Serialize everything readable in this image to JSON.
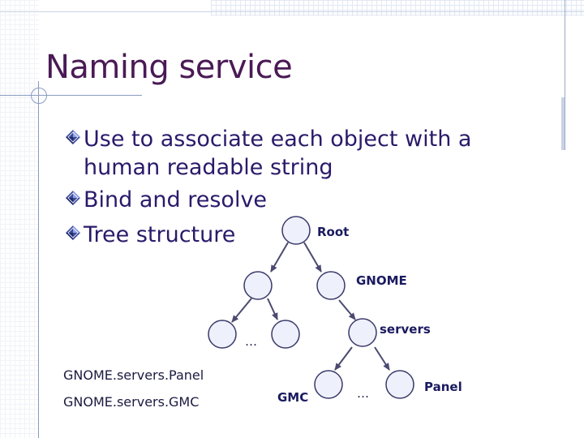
{
  "slide": {
    "title": "Naming service",
    "bullets": [
      "Use to associate each object with a human readable string",
      "Bind and resolve",
      "Tree structure"
    ]
  },
  "tree": {
    "root_label": "Root",
    "gnome_label": "GNOME",
    "servers_label": "servers",
    "gmc_label": "GMC",
    "panel_label": "Panel",
    "ellipsis_1": "…",
    "ellipsis_2": "…"
  },
  "paths": {
    "panel_path": "GNOME.servers.Panel",
    "gmc_path": "GNOME.servers.GMC"
  },
  "colors": {
    "title": "#4a1a55",
    "bullet_text": "#2a1a6a",
    "node_fill": "#eef0fb",
    "node_stroke": "#3a3a6a",
    "arrow": "#4a4a70"
  }
}
